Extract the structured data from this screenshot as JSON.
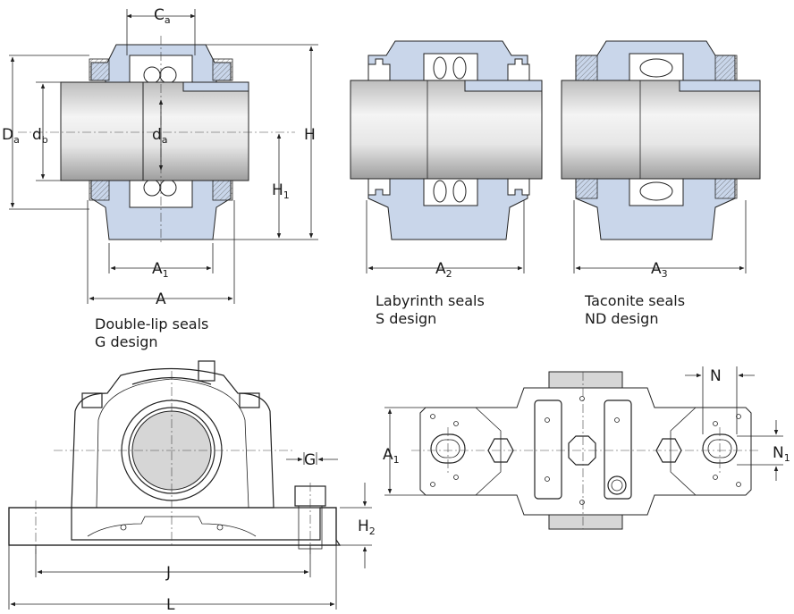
{
  "captions": {
    "g_design": {
      "line1": "Double-lip seals",
      "line2": "G design"
    },
    "s_design": {
      "line1": "Labyrinth seals",
      "line2": "S design"
    },
    "nd_design": {
      "line1": "Taconite seals",
      "line2": "ND design"
    }
  },
  "dimensions": {
    "Ca": {
      "main": "C",
      "sub": "a"
    },
    "Da": {
      "main": "D",
      "sub": "a"
    },
    "db": {
      "main": "d",
      "sub": "b"
    },
    "da": {
      "main": "d",
      "sub": "a"
    },
    "H": {
      "main": "H",
      "sub": ""
    },
    "H1": {
      "main": "H",
      "sub": "1"
    },
    "A1": {
      "main": "A",
      "sub": "1"
    },
    "A": {
      "main": "A",
      "sub": ""
    },
    "A2": {
      "main": "A",
      "sub": "2"
    },
    "A3": {
      "main": "A",
      "sub": "3"
    },
    "G": {
      "main": "G",
      "sub": ""
    },
    "H2": {
      "main": "H",
      "sub": "2"
    },
    "J": {
      "main": "J",
      "sub": ""
    },
    "L": {
      "main": "L",
      "sub": ""
    },
    "A1_plan": {
      "main": "A",
      "sub": "1"
    },
    "N": {
      "main": "N",
      "sub": ""
    },
    "N1": {
      "main": "N",
      "sub": "1"
    }
  },
  "colors": {
    "housing_blue": "#c9d6ea",
    "shaft_grey": "#d9d9d9",
    "line": "#222222"
  }
}
